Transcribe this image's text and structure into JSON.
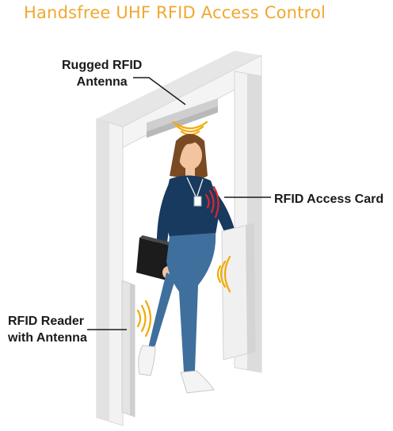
{
  "title": "Handsfree UHF RFID Access Control",
  "labels": {
    "antenna": [
      "Rugged RFID",
      "Antenna"
    ],
    "card": "RFID Access Card",
    "reader": [
      "RFID Reader",
      "with Antenna"
    ]
  },
  "colors": {
    "title": "#f0a830",
    "signal_red": "#e0252a",
    "signal_yellow": "#f2a900",
    "frame_front": "#f0f0f0",
    "frame_side": "#c9c9c9",
    "shirt": "#173a5e",
    "jeans": "#3f6f9c",
    "hair": "#7a4a22",
    "skin": "#f2c4a0"
  }
}
